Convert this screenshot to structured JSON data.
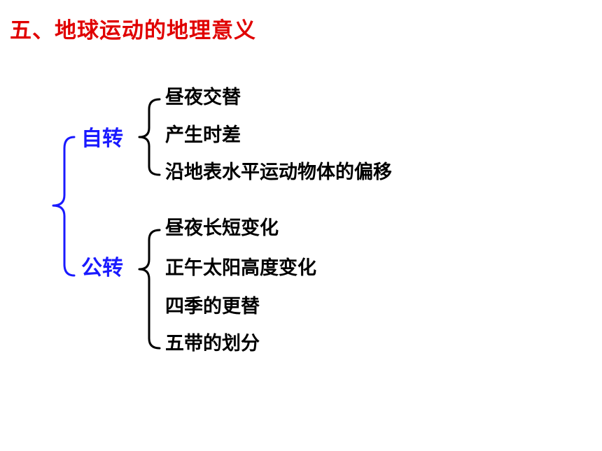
{
  "title": "五、地球运动的地理意义",
  "colors": {
    "title": "#e00000",
    "branch": "#1a1aff",
    "leaf": "#000000",
    "main_brace": "#1a1aff",
    "sub_brace": "#000000"
  },
  "branches": [
    {
      "label": "自转",
      "items": [
        "昼夜交替",
        "产生时差",
        "沿地表水平运动物体的偏移"
      ]
    },
    {
      "label": "公转",
      "items": [
        "昼夜长短变化",
        "正午太阳高度变化",
        "四季的更替",
        "五带的划分"
      ]
    }
  ]
}
